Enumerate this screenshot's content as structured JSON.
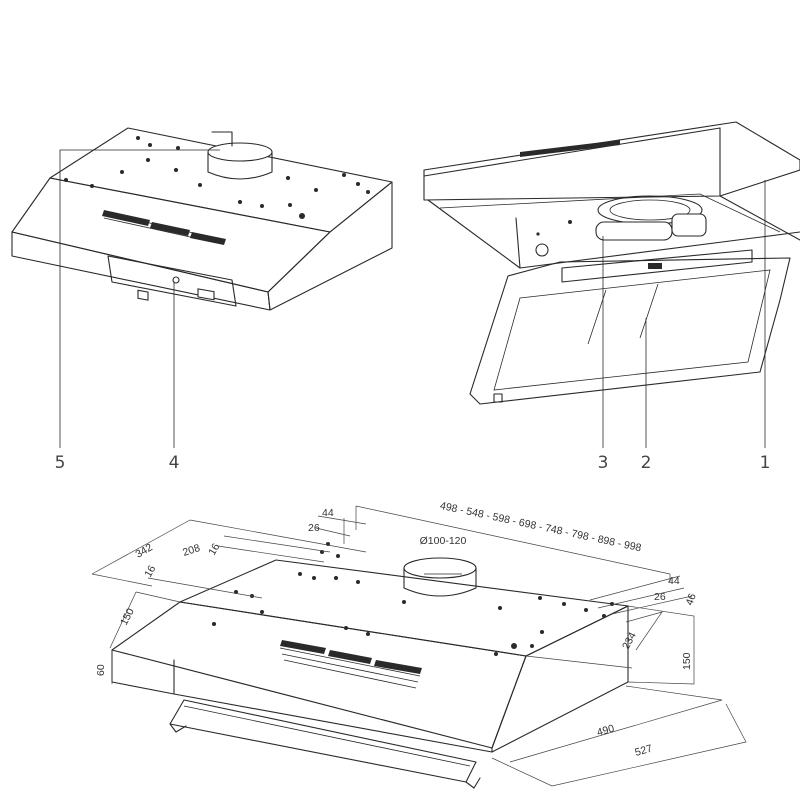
{
  "callouts": {
    "c1": "1",
    "c2": "2",
    "c3": "3",
    "c4": "4",
    "c5": "5"
  },
  "dimensions": {
    "width_series": "498 - 548 - 598 - 698 - 748 - 798 - 898 - 998",
    "duct_diameter": "Ø100-120",
    "d44_left": "44",
    "d26_left": "26",
    "d342": "342",
    "d208": "208",
    "d16_upper": "16",
    "d16_lower": "16",
    "d150_left": "150",
    "d60": "60",
    "d44_right": "44",
    "d26_right": "26",
    "d46": "46",
    "d234": "234",
    "d150_right": "150",
    "d490": "490",
    "d527": "527"
  }
}
